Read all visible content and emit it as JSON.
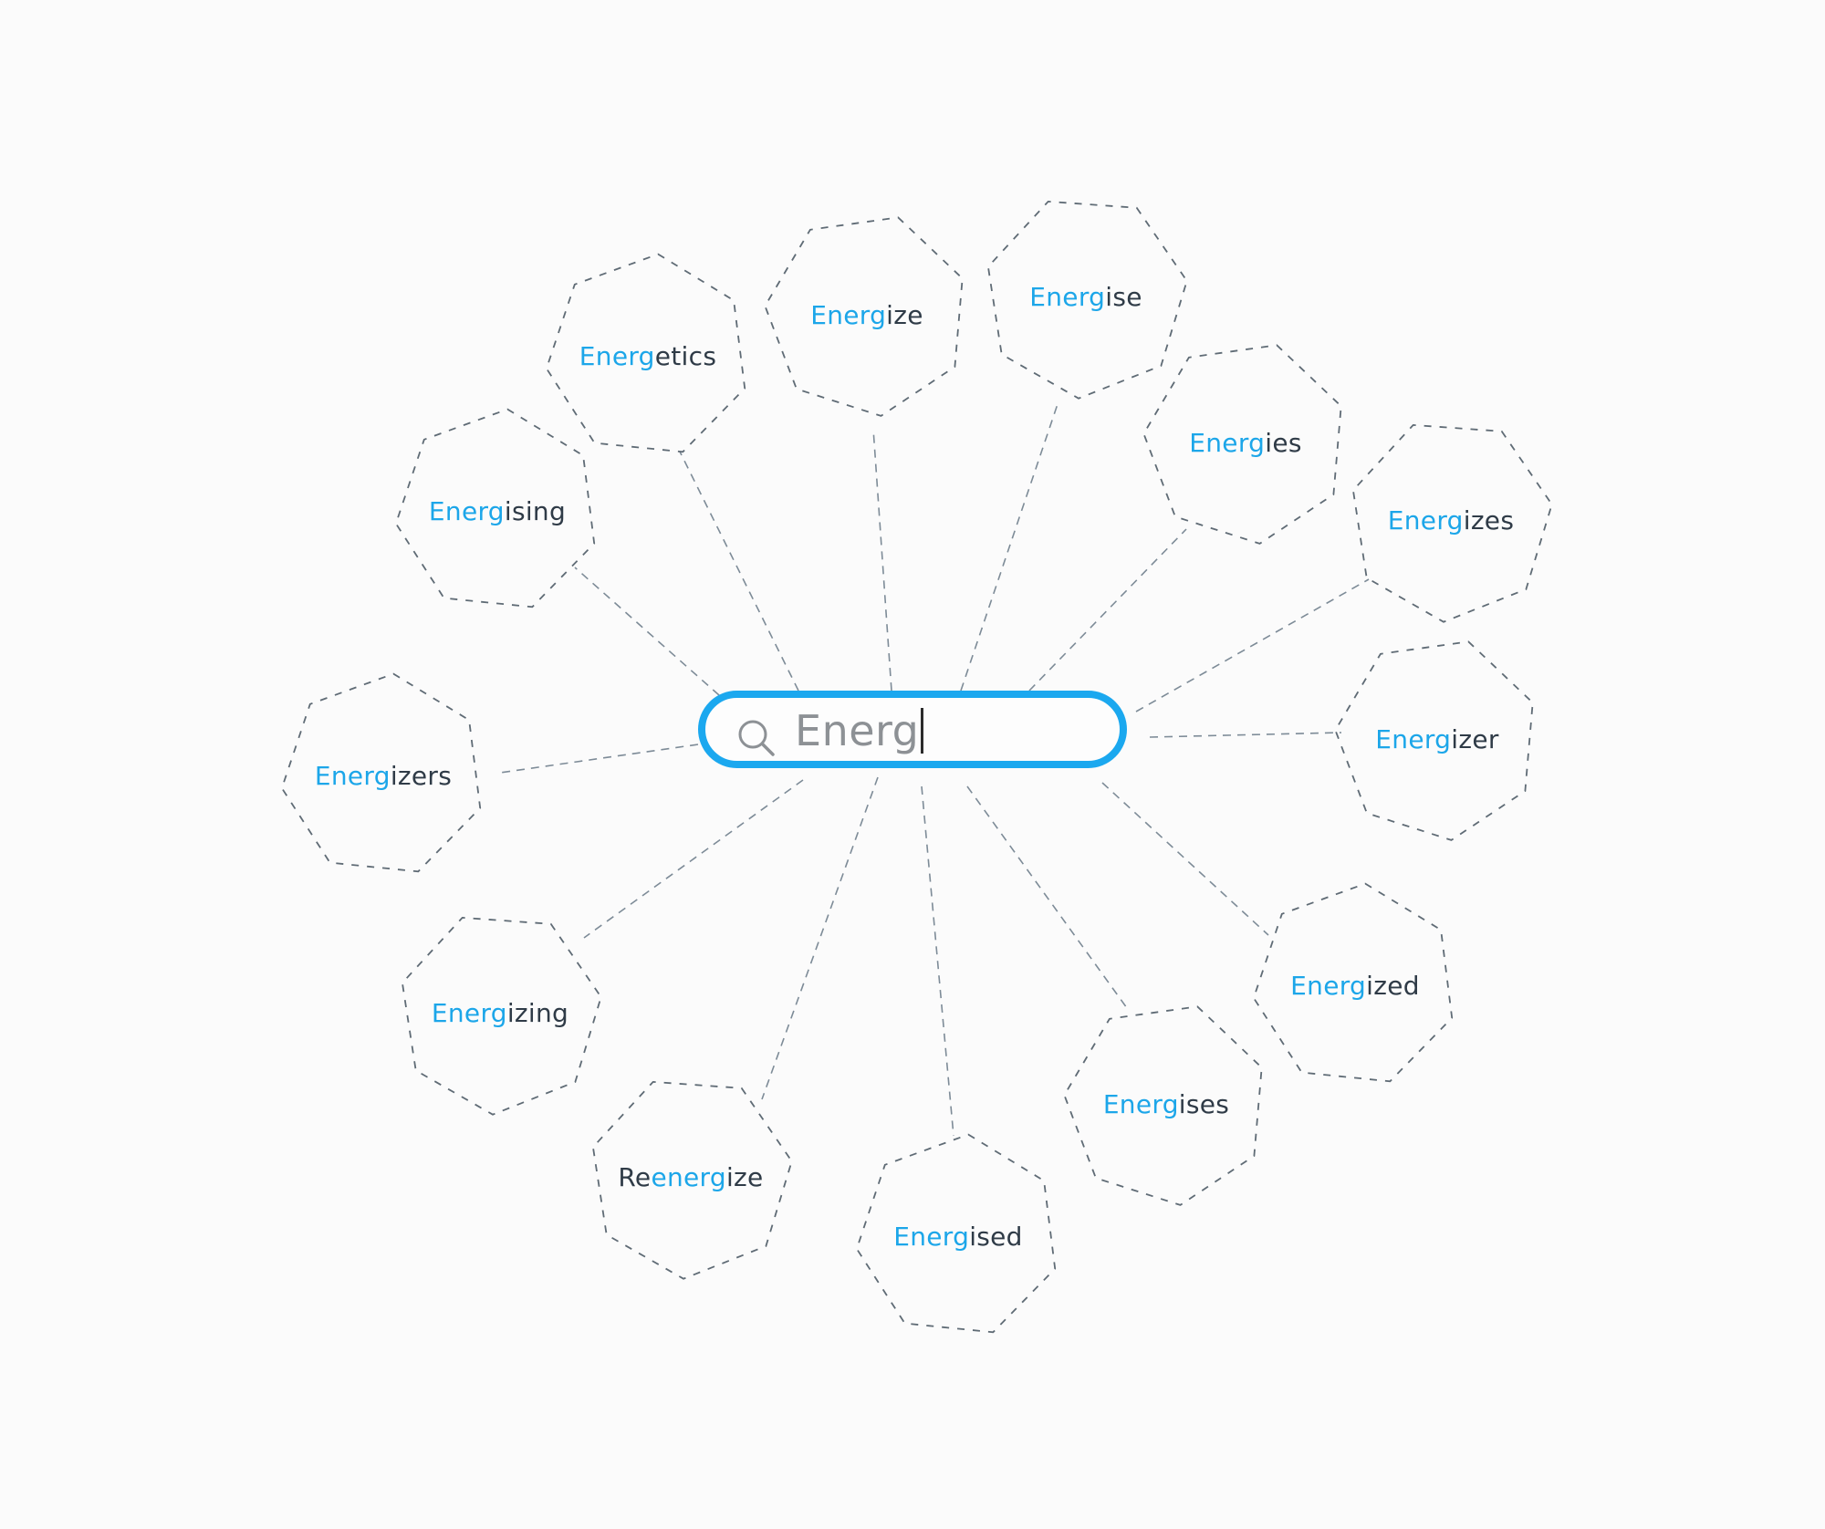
{
  "search": {
    "value": "Energ",
    "highlight_color": "#1ca6e9",
    "border_color": "#1ba8ef",
    "icon": "search-icon"
  },
  "suggestions": [
    {
      "id": "energetics",
      "pre": "",
      "hl": "Energ",
      "post": "etics"
    },
    {
      "id": "energize",
      "pre": "",
      "hl": "Energ",
      "post": "ize"
    },
    {
      "id": "energise",
      "pre": "",
      "hl": "Energ",
      "post": "ise"
    },
    {
      "id": "energising",
      "pre": "",
      "hl": "Energ",
      "post": "ising"
    },
    {
      "id": "energies",
      "pre": "",
      "hl": "Energ",
      "post": "ies"
    },
    {
      "id": "energizes",
      "pre": "",
      "hl": "Energ",
      "post": "izes"
    },
    {
      "id": "energizers",
      "pre": "",
      "hl": "Energ",
      "post": "izers"
    },
    {
      "id": "energizer",
      "pre": "",
      "hl": "Energ",
      "post": "izer"
    },
    {
      "id": "energizing",
      "pre": "",
      "hl": "Energ",
      "post": "izing"
    },
    {
      "id": "energized",
      "pre": "",
      "hl": "Energ",
      "post": "ized"
    },
    {
      "id": "energises",
      "pre": "",
      "hl": "Energ",
      "post": "ises"
    },
    {
      "id": "reenergize",
      "pre": "Re",
      "hl": "energ",
      "post": "ize"
    },
    {
      "id": "energised",
      "pre": "",
      "hl": "Energ",
      "post": "ised"
    }
  ]
}
